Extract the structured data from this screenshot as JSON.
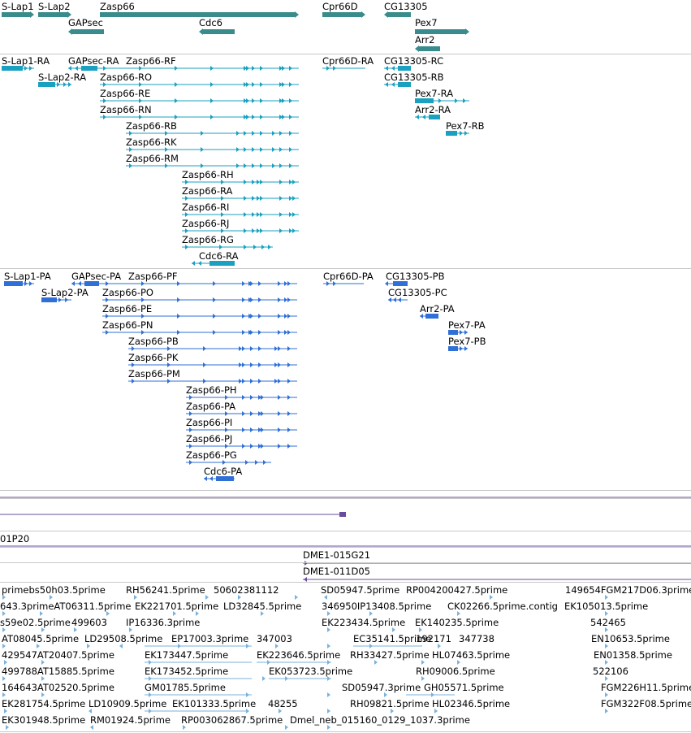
{
  "colors": {
    "gene": "#3a8c8c",
    "transcript": "#1aa0c0",
    "protein": "#2f6fd6",
    "clone": "#6a4c9c",
    "est": "#78b2de",
    "separator": "#c8c8c8"
  },
  "icons": {
    "forward_arrow": "triangle-right-icon",
    "reverse_arrow": "triangle-left-icon"
  },
  "tracks": {
    "genes": [
      {
        "label": "S-Lap1"
      },
      {
        "label": "S-Lap2"
      },
      {
        "label": "Zasp66"
      },
      {
        "label": "GAPsec"
      },
      {
        "label": "Cdc6"
      },
      {
        "label": "Cpr66D"
      },
      {
        "label": "CG13305"
      },
      {
        "label": "Pex7"
      },
      {
        "label": "Arr2"
      }
    ],
    "transcripts": [
      {
        "label": "S-Lap1-RA"
      },
      {
        "label": "GAPsec-RA"
      },
      {
        "label": "Zasp66-RF"
      },
      {
        "label": "S-Lap2-RA"
      },
      {
        "label": "Zasp66-RO"
      },
      {
        "label": "Zasp66-RE"
      },
      {
        "label": "Zasp66-RN"
      },
      {
        "label": "Zasp66-RB"
      },
      {
        "label": "Zasp66-RK"
      },
      {
        "label": "Zasp66-RM"
      },
      {
        "label": "Zasp66-RH"
      },
      {
        "label": "Zasp66-RA"
      },
      {
        "label": "Zasp66-RI"
      },
      {
        "label": "Zasp66-RJ"
      },
      {
        "label": "Zasp66-RG"
      },
      {
        "label": "Cdc6-RA"
      },
      {
        "label": "Cpr66D-RA"
      },
      {
        "label": "CG13305-RC"
      },
      {
        "label": "CG13305-RB"
      },
      {
        "label": "Pex7-RA"
      },
      {
        "label": "Arr2-RA"
      },
      {
        "label": "Pex7-RB"
      }
    ],
    "proteins": [
      {
        "label": "S-Lap1-PA"
      },
      {
        "label": "GAPsec-PA"
      },
      {
        "label": "Zasp66-PF"
      },
      {
        "label": "S-Lap2-PA"
      },
      {
        "label": "Zasp66-PO"
      },
      {
        "label": "Zasp66-PE"
      },
      {
        "label": "Zasp66-PN"
      },
      {
        "label": "Zasp66-PB"
      },
      {
        "label": "Zasp66-PK"
      },
      {
        "label": "Zasp66-PM"
      },
      {
        "label": "Zasp66-PH"
      },
      {
        "label": "Zasp66-PA"
      },
      {
        "label": "Zasp66-PI"
      },
      {
        "label": "Zasp66-PJ"
      },
      {
        "label": "Zasp66-PG"
      },
      {
        "label": "Cdc6-PA"
      },
      {
        "label": "Cpr66D-PA"
      },
      {
        "label": "CG13305-PB"
      },
      {
        "label": "CG13305-PC"
      },
      {
        "label": "Arr2-PA"
      },
      {
        "label": "Pex7-PA"
      },
      {
        "label": "Pex7-PB"
      }
    ],
    "clones": [
      {
        "label": "01P20"
      },
      {
        "label": "DME1-015G21"
      },
      {
        "label": "DME1-011D05"
      }
    ],
    "ests": [
      {
        "label": "primebs50h03.5prime"
      },
      {
        "label": "RH56241.5prime"
      },
      {
        "label": "50602381112"
      },
      {
        "label": "SD05947.5prime"
      },
      {
        "label": "RP004200427.5prime"
      },
      {
        "label": "149654FGM217D06.3prime"
      },
      {
        "label": "643.3primeAT06311.5prime"
      },
      {
        "label": "EK221701.5prime"
      },
      {
        "label": "LD32845.5prime"
      },
      {
        "label": "346950IP13408.5prime"
      },
      {
        "label": "CK02266.5prime.contig"
      },
      {
        "label": "EK105013.5prime"
      },
      {
        "label": "s59e02.5prime"
      },
      {
        "label": "499603"
      },
      {
        "label": "IP16336.3prime"
      },
      {
        "label": "EK223434.5prime"
      },
      {
        "label": "EK140235.5prime"
      },
      {
        "label": "542465"
      },
      {
        "label": "AT08045.5prime"
      },
      {
        "label": "LD29508.5prime"
      },
      {
        "label": "EP17003.3prime"
      },
      {
        "label": "347003"
      },
      {
        "label": "EC35141.5prime"
      },
      {
        "label": "192171"
      },
      {
        "label": "347738"
      },
      {
        "label": "EN10653.5prime"
      },
      {
        "label": "429547AT20407.5prime"
      },
      {
        "label": "EK173447.5prime"
      },
      {
        "label": "EK223646.5prime"
      },
      {
        "label": "RH33427.5prime"
      },
      {
        "label": "HL07463.5prime"
      },
      {
        "label": "EN01358.5prime"
      },
      {
        "label": "499788AT15885.5prime"
      },
      {
        "label": "EK173452.5prime"
      },
      {
        "label": "EK053723.5prime"
      },
      {
        "label": "RH09006.5prime"
      },
      {
        "label": "522106"
      },
      {
        "label": "164643AT02520.5prime"
      },
      {
        "label": "GM01785.5prime"
      },
      {
        "label": "SD05947.3prime"
      },
      {
        "label": "GH05571.5prime"
      },
      {
        "label": "FGM226H11.5prime"
      },
      {
        "label": "EK281754.5prime"
      },
      {
        "label": "LD10909.5prime"
      },
      {
        "label": "EK101333.5prime"
      },
      {
        "label": "48255"
      },
      {
        "label": "RH09821.5prime"
      },
      {
        "label": "HL02346.5prime"
      },
      {
        "label": "FGM322F08.5prime"
      },
      {
        "label": "EK301948.5prime"
      },
      {
        "label": "RM01924.5prime"
      },
      {
        "label": "RP003062867.5prime"
      },
      {
        "label": "Dmel_neb_015160_0129_1037.3prime"
      }
    ]
  }
}
